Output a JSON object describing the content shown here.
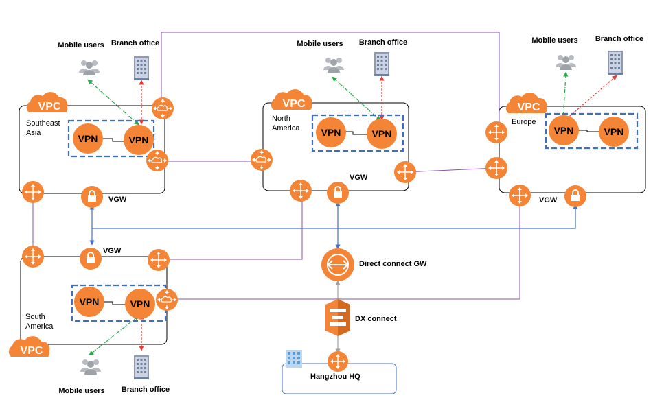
{
  "colors": {
    "orange": "#f58536",
    "purple_link": "#8d4fb3",
    "blue_link": "#4472c4",
    "green_link": "#2aa84a",
    "red_link": "#e53935",
    "vpn_box": "#3f6fc0",
    "gray_link": "#a0a0a0"
  },
  "regions": {
    "southeast_asia": {
      "line1": "Southeast",
      "line2": "Asia"
    },
    "north_america": {
      "line1": "North",
      "line2": "America"
    },
    "europe": {
      "name": "Europe"
    },
    "south_america": {
      "line1": "South",
      "line2": "America"
    }
  },
  "vpc_label": "VPC",
  "vpn_label": "VPN",
  "vgw_label": "VGW",
  "mobile_users_label": "Mobile users",
  "branch_office_label": "Branch office",
  "direct_connect_gw_label": "Direct connect GW",
  "dx_connect_label": "DX connect",
  "hq_label": "Hangzhou HQ",
  "icons": [
    "router-icon",
    "lock-icon",
    "cloud-icon",
    "users-icon",
    "building-icon",
    "direct-connect-gateway-icon",
    "dx-connect-icon"
  ]
}
